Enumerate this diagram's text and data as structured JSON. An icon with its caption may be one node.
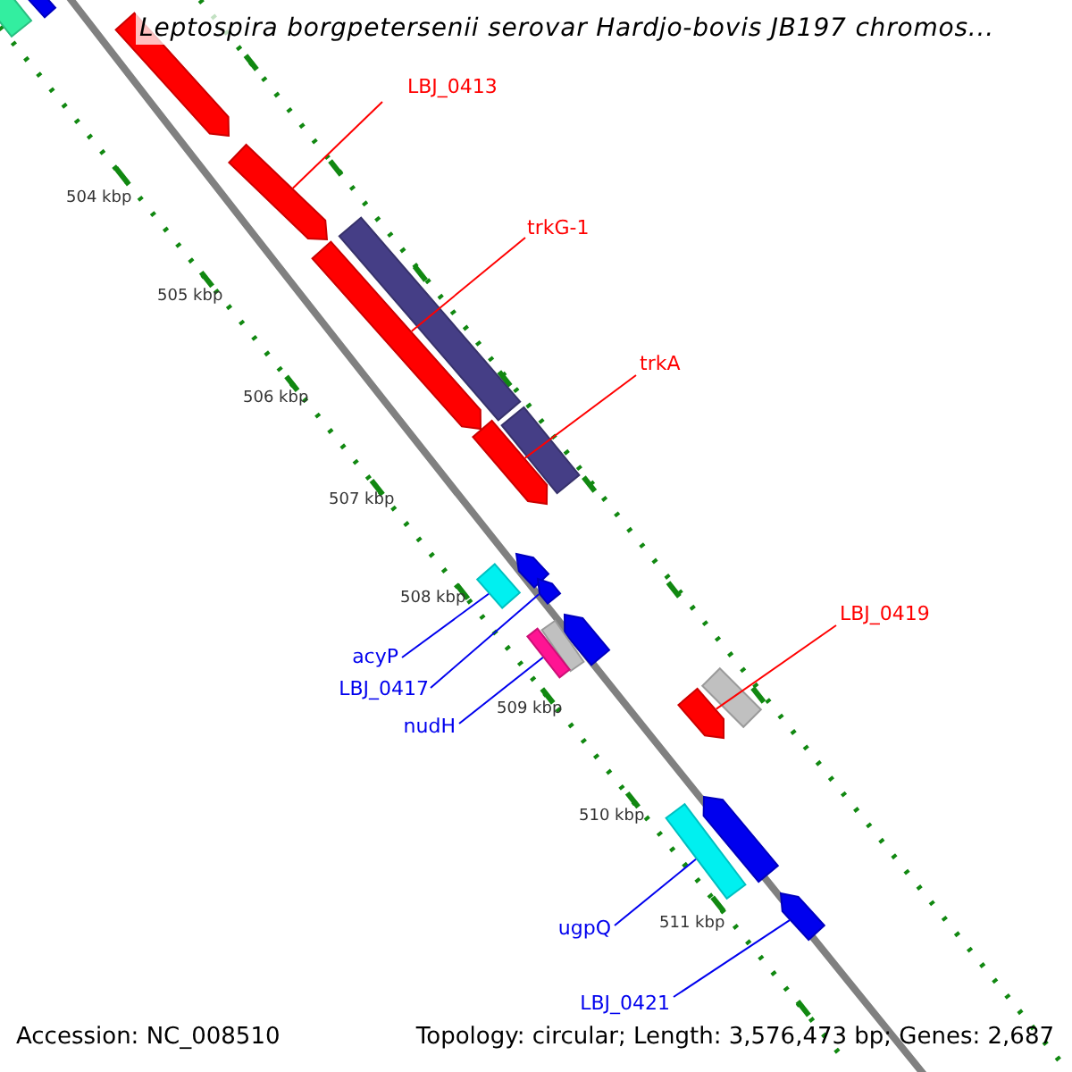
{
  "diagram": {
    "title": "Leptospira borgpetersenii serovar Hardjo-bovis JB197 chromos...",
    "nodes": [
      {
        "text": [
          "LBJ_0413"
        ]
      },
      {
        "text": [
          "trkG-1"
        ]
      },
      {
        "text": [
          "trkA"
        ]
      },
      {
        "text": [
          "LBJ_0419"
        ]
      },
      {
        "text": [
          "acyP"
        ]
      },
      {
        "text": [
          "LBJ_0417"
        ]
      },
      {
        "text": [
          "nudH"
        ]
      },
      {
        "text": [
          "ugpQ"
        ]
      },
      {
        "text": [
          "LBJ_0421"
        ]
      },
      {
        "text": [],
        "shape": "box"
      },
      {
        "text": [],
        "shape": "box"
      },
      {
        "text": [],
        "shape": "arrow"
      },
      {
        "text": [],
        "shape": "arrow"
      },
      {
        "text": [],
        "shape": "box"
      },
      {
        "text": [],
        "shape": "arrow"
      },
      {
        "text": [],
        "shape": "box"
      },
      {
        "text": [],
        "shape": "arrow"
      },
      {
        "text": [],
        "shape": "arrow"
      },
      {
        "text": [],
        "shape": "box"
      },
      {
        "text": [],
        "shape": "arrow"
      },
      {
        "text": [],
        "shape": "arrow"
      },
      {
        "text": [],
        "shape": "box"
      },
      {
        "text": [],
        "shape": "box"
      },
      {
        "text": [],
        "shape": "box"
      },
      {
        "text": [],
        "shape": "arrow"
      },
      {
        "text": [],
        "shape": "arrow"
      },
      {
        "text": [],
        "shape": "box"
      },
      {
        "text": [],
        "shape": "arrow"
      }
    ],
    "edges": [
      {
        "from": 0,
        "to": 12,
        "arrow": "none",
        "color": "#ff0000"
      },
      {
        "from": 1,
        "to": 14,
        "arrow": "none",
        "color": "#ff0000"
      },
      {
        "from": 2,
        "to": 16,
        "arrow": "none",
        "color": "#ff0000"
      },
      {
        "from": 3,
        "to": 24,
        "arrow": "none",
        "color": "#ff0000"
      },
      {
        "from": 4,
        "to": 18,
        "arrow": "none"
      },
      {
        "from": 5,
        "to": 19,
        "arrow": "none"
      },
      {
        "from": 6,
        "to": 22,
        "arrow": "none"
      },
      {
        "from": 7,
        "to": 26,
        "arrow": "none"
      },
      {
        "from": 8,
        "to": 27,
        "arrow": "none"
      }
    ],
    "labels": [
      "504 kbp",
      "505 kbp",
      "506 kbp",
      "507 kbp",
      "508 kbp",
      "509 kbp",
      "510 kbp",
      "511 kbp",
      "Accession: NC_008510",
      "Topology: circular; Length: 3,576,473 bp; Genes: 2,687"
    ]
  }
}
